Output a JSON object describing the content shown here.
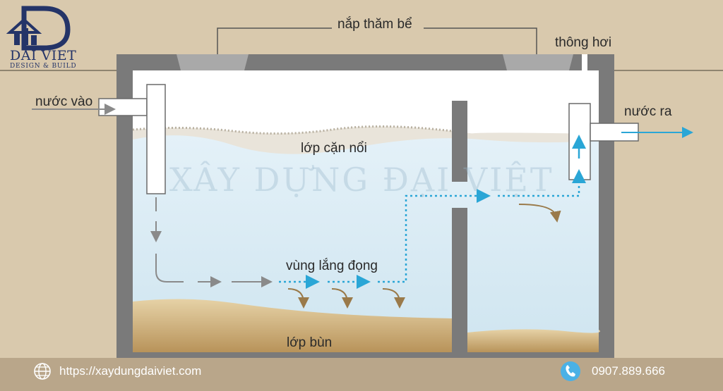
{
  "brand": {
    "name": "DAI VIET",
    "tagline": "DESIGN & BUILD",
    "watermark": "XÂY DỰNG ĐẠI VIỆT"
  },
  "labels": {
    "lid": "nắp thăm bể",
    "vent": "thông hơi",
    "inlet": "nước vào",
    "outlet": "nước ra",
    "scum": "lớp cặn nổi",
    "settling": "vùng lắng đọng",
    "sludge": "lớp bùn"
  },
  "footer": {
    "website": "https://xaydungdaiviet.com",
    "phone": "0907.889.666"
  },
  "colors": {
    "soil": "#d9c9ad",
    "wall": "#7a7a7a",
    "water": "#d8eaf3",
    "sludge": "#c9a66b",
    "flow_blue": "#2aa6d6",
    "flow_gray": "#8a8a8a",
    "footer_bar": "#b9a68a"
  }
}
